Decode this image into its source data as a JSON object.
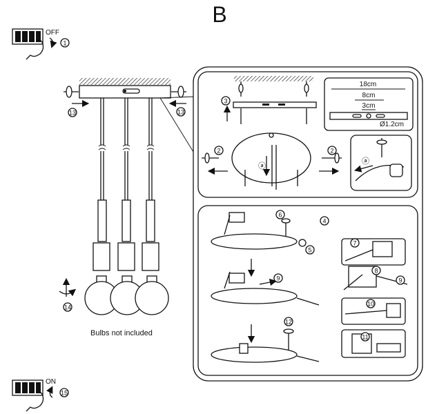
{
  "page_letter": "B",
  "power": {
    "off_label": "OFF",
    "on_label": "ON",
    "off_step": "1",
    "on_step": "15"
  },
  "steps": [
    "1",
    "2",
    "3",
    "4",
    "5",
    "6",
    "7",
    "8",
    "9",
    "10",
    "11",
    "12",
    "13",
    "14",
    "15"
  ],
  "dimensions": {
    "d18": "18cm",
    "d8": "8cm",
    "d3": "3cm",
    "hole": "Ø1.2cm"
  },
  "parts": {
    "a_label": "ⓐ"
  },
  "note": "Bulbs not included",
  "icons": [
    "power-strip-icon",
    "hand-icon",
    "screw-icon",
    "bulb-icon",
    "arrow-icon",
    "wire-connector-icon"
  ]
}
